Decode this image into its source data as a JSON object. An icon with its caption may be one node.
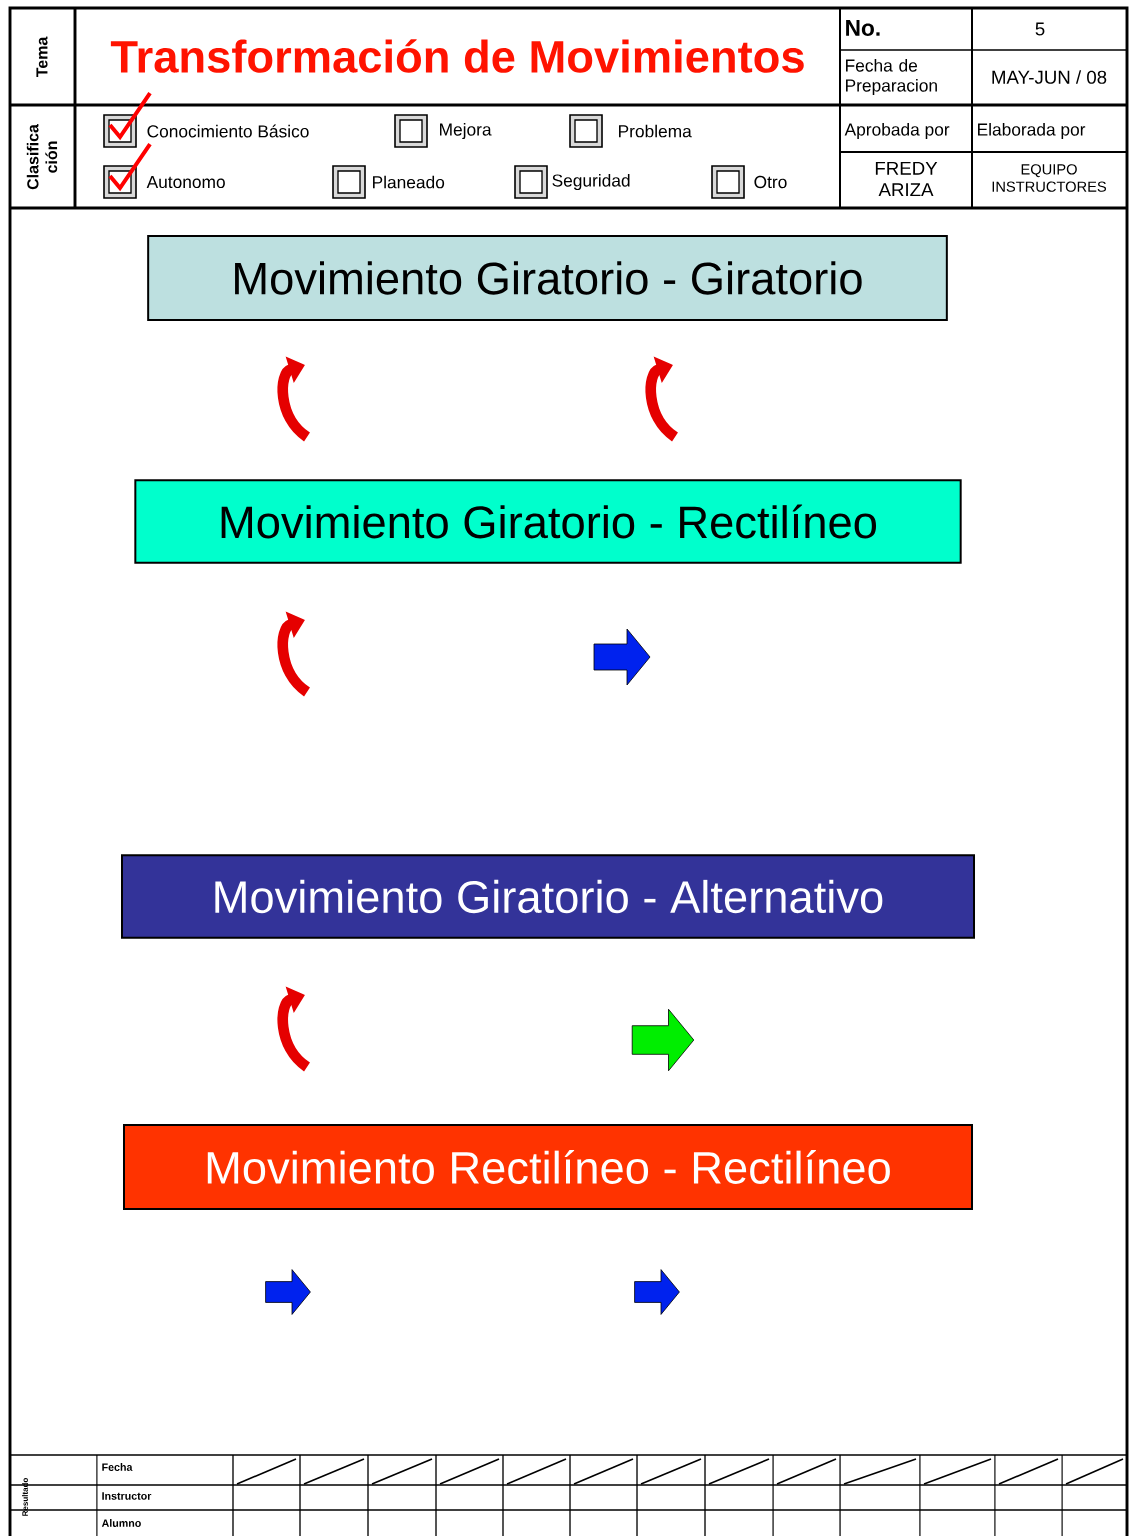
{
  "diagram": {
    "title": "Transformación de Movimientos",
    "nodes": [
      {
        "text": [
          "Movimiento Giratorio - Giratorio"
        ]
      },
      {
        "text": [
          "Movimiento Giratorio - Rectilíneo"
        ]
      },
      {
        "text": [
          "Movimiento Giratorio - Alternativo"
        ]
      },
      {
        "text": [
          "Movimiento Rectilíneo - Rectilíneo"
        ]
      }
    ],
    "labels": [
      "Tema",
      "Clasifica ción",
      "Conocimiento Básico",
      "Mejora",
      "Problema",
      "Autonomo",
      "Planeado",
      "Seguridad",
      "Otro",
      "No.",
      "5",
      "Fecha de Preparacion",
      "MAY-JUN / 08",
      "Aprobada por",
      "Elaborada por",
      "FREDY ARIZA",
      "EQUIPO INSTRUCTORES",
      "Resultado",
      "Fecha",
      "Instructor",
      "Alumno"
    ]
  }
}
